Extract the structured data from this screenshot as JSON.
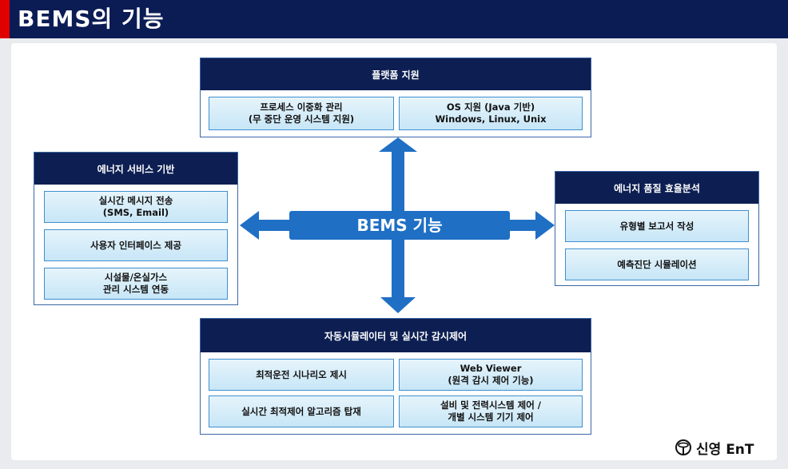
{
  "header": {
    "title": "BEMS의 기능"
  },
  "center": {
    "label": "BEMS 기능"
  },
  "platform": {
    "title": "플랫폼 지원",
    "items": [
      {
        "line1": "프로세스 이중화 관리",
        "line2": "(무 중단 운영 시스템 지원)"
      },
      {
        "line1": "OS 지원 (Java 기반)",
        "line2": "Windows, Linux, Unix"
      }
    ]
  },
  "energy_service": {
    "title": "에너지 서비스 기반",
    "items": [
      {
        "line1": "실시간 메시지 전송",
        "line2": "(SMS, Email)"
      },
      {
        "line1": "사용자 인터페이스 제공",
        "line2": ""
      },
      {
        "line1": "시설물/온실가스",
        "line2": "관리 시스템 연동"
      }
    ]
  },
  "energy_quality": {
    "title": "에너지 품질 효율분석",
    "items": [
      {
        "line1": "유형별 보고서 작성",
        "line2": ""
      },
      {
        "line1": "예측진단 시뮬레이션",
        "line2": ""
      }
    ]
  },
  "automation": {
    "title": "자동시뮬레이터 및 실시간 감시제어",
    "items": [
      {
        "line1": "최적운전 시나리오 제시",
        "line2": ""
      },
      {
        "line1": "Web Viewer",
        "line2": "(원격 감시 제어 기능)"
      },
      {
        "line1": "실시간 최적제어 알고리즘 탑재",
        "line2": ""
      },
      {
        "line1": "설비 및 전력시스템 제어 /",
        "line2": "개별 시스템 기기 제어"
      }
    ]
  },
  "logo": {
    "text": "신영 EnT",
    "icon": "company-emblem-icon"
  },
  "colors": {
    "header": "#0b1c55",
    "accent": "#e00000",
    "arrow": "#1f6fc5",
    "module_head": "#0d1f52",
    "item_border": "#3f8fd0"
  }
}
